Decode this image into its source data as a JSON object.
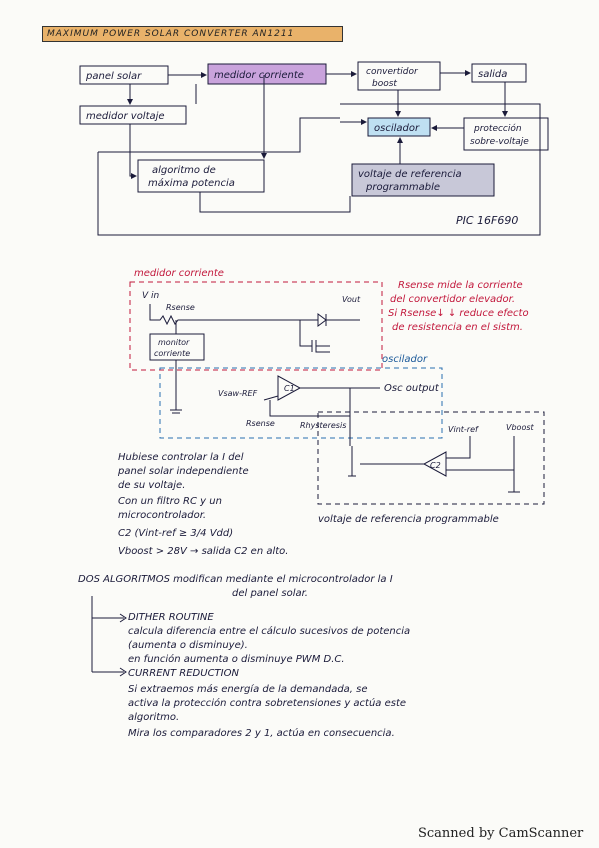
{
  "title": "MAXIMUM POWER SOLAR CONVERTER AN1211",
  "block_diagram": {
    "panel": "panel solar",
    "current_meter": "medidor corriente",
    "boost_converter_line1": "convertidor",
    "boost_converter_line2": "boost",
    "output": "salida",
    "voltage_meter": "medidor voltaje",
    "oscillator": "oscilador",
    "protection_line1": "protección",
    "protection_line2": "sobre-voltaje",
    "algorithm_line1": "algoritmo de",
    "algorithm_line2": "máxima potencia",
    "reference_line1": "voltaje de referencia",
    "reference_line2": "programmable",
    "mcu": "PIC 16F690"
  },
  "schematic": {
    "current_meter_title": "medidor corriente",
    "vin": "V in",
    "rsense": "Rsense",
    "vout": "Vout",
    "current_monitor_line1": "monitor",
    "current_monitor_line2": "corriente",
    "oscillator_title": "oscilador",
    "vsaw_ref": "Vsaw-REF",
    "c1": "C1",
    "rsense2": "Rsense",
    "rhysteresis": "Rhysteresis",
    "osc_output": "Osc output",
    "vint_ref": "Vint-ref",
    "vboost": "Vboost",
    "c2": "C2",
    "reference_title": "voltaje de referencia programmable",
    "red_note_line1": "Rsense mide la corriente",
    "red_note_line2": "del convertidor elevador.",
    "red_note_line3": "Si Rsense↓ ↓ reduce efecto",
    "red_note_line4": "de resistencia en el sistm."
  },
  "notes": {
    "n1": "Hubiese controlar la I del",
    "n2": "panel solar independiente",
    "n3": "de su voltaje.",
    "n4": "Con un filtro RC y un",
    "n5": "microcontrolador.",
    "n6": "C2 (Vint-ref ≥ 3/4 Vdd)",
    "n7": "Vboost > 28V → salida C2 en alto.",
    "n8": "DOS ALGORITMOS modifican mediante el microcontrolador la I",
    "n9": "del panel solar.",
    "n10": "DITHER ROUTINE",
    "n11": "calcula diferencia entre el cálculo sucesivos de potencia",
    "n12": "(aumenta o disminuye).",
    "n13": "en función aumenta o disminuye PWM D.C.",
    "n14": "CURRENT REDUCTION",
    "n15": "Si extraemos más energía de la demandada, se",
    "n16": "activa la protección contra sobretensiones y actúa este",
    "n17": "algoritmo.",
    "n18": "Mira los comparadores 2 y 1, actúa en consecuencia."
  },
  "footer": "Scanned by CamScanner",
  "colors": {
    "title_highlight": "#e9b26a",
    "current_meter_fill": "#c9a3dc",
    "oscillator_fill": "#bfe0f2",
    "reference_fill": "#c8c8d8",
    "red_ink": "#c2183c",
    "ink": "#1b1b3a"
  }
}
